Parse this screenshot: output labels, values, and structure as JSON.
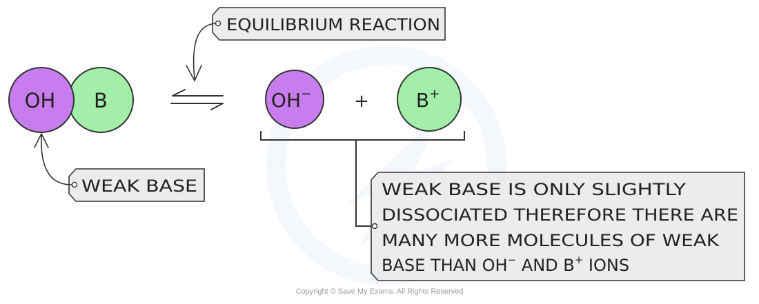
{
  "labels": {
    "equilibrium": "EQUILIBRIUM REACTION",
    "weak_base": "WEAK BASE",
    "explanation": {
      "line1": "WEAK BASE IS ONLY SLIGHTLY",
      "line2": "DISSOCIATED THEREFORE THERE ARE",
      "line3": "MANY MORE MOLECULES OF WEAK",
      "line4_a": "BASE THAN OH",
      "line4_sup1": "−",
      "line4_b": " AND B",
      "line4_sup2": "+",
      "line4_c": " IONS"
    }
  },
  "molecule": {
    "left": "OH",
    "right": "B"
  },
  "products": {
    "hydroxide": "OH",
    "hydroxide_charge": "−",
    "plus": "+",
    "cation": "B",
    "cation_charge": "+"
  },
  "colors": {
    "hydroxide": "#c77ded",
    "base": "#a3efa9",
    "tag_fill": "#ececec",
    "stroke": "#333333"
  },
  "icons": {
    "equilibrium": "equilibrium-arrows-icon"
  },
  "copyright": "Copyright © Save My Exams. All Rights Reserved"
}
